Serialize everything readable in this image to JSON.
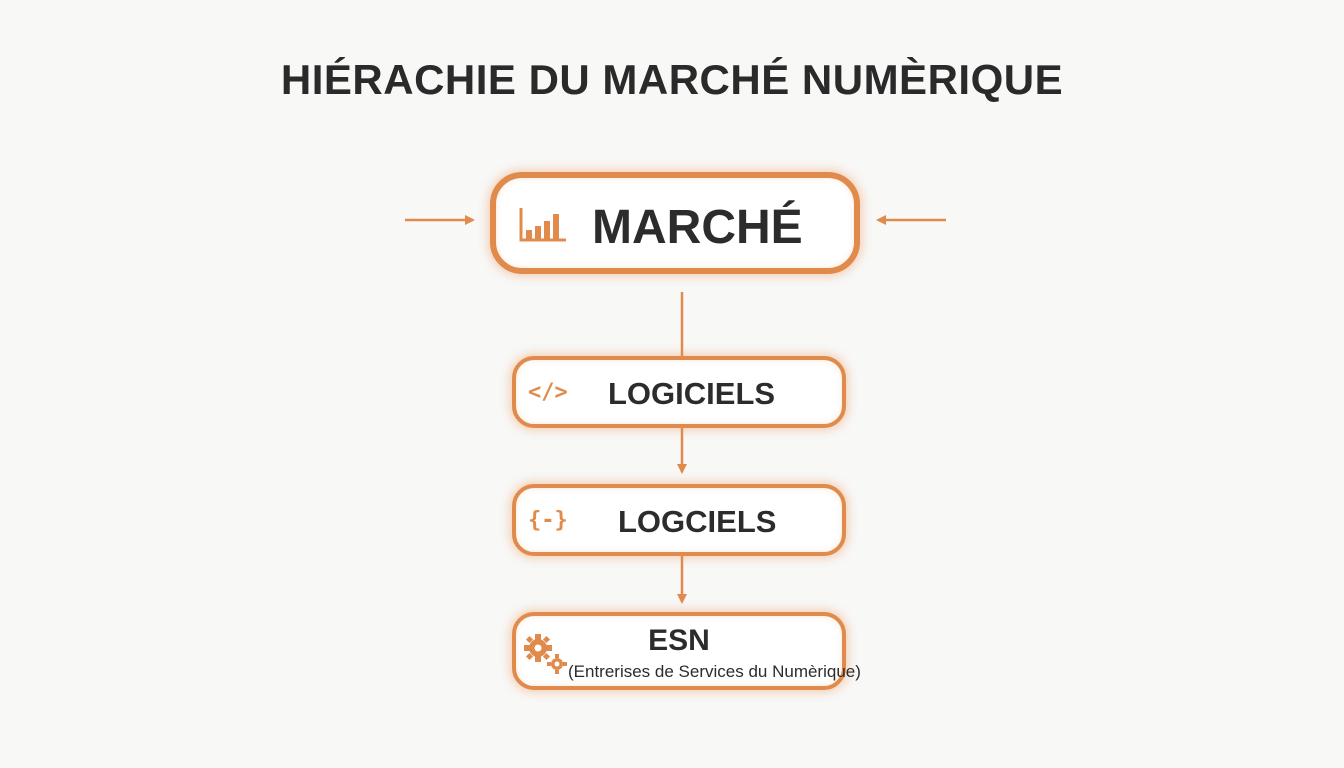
{
  "title": "HIÉRACHIE DU MARCHÉ NUMÈRIQUE",
  "nodes": {
    "top": {
      "label": "MARCHÉ",
      "icon": "bar-chart-icon"
    },
    "logiciels_1": {
      "label": "LOGICIELS",
      "icon": "code-tag-icon",
      "icon_glyph": "</>"
    },
    "logiciels_2": {
      "label": "LOGCIELS",
      "icon": "curly-braces-icon",
      "icon_glyph": "{-}"
    },
    "esn": {
      "label": "ESN",
      "sublabel": "(Entrerises de Services du Numèrique)",
      "icon": "gears-icon"
    }
  },
  "colors": {
    "accent": "#e08a4c",
    "text": "#2b2b2b",
    "background": "#f8f8f7"
  }
}
